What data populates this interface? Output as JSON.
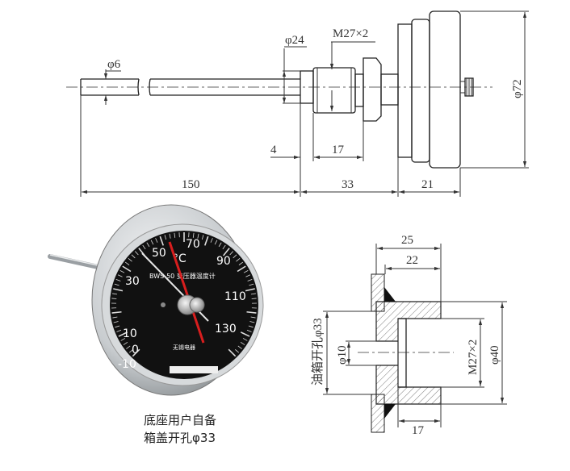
{
  "top_view": {
    "dimensions": {
      "rod_diameter": "φ6",
      "fitting_diameter": "φ24",
      "thread": "M27×2",
      "case_diameter": "φ72",
      "offset": "4",
      "thread_length": "17",
      "rod_length": "150",
      "fitting_length": "33",
      "case_depth": "21"
    }
  },
  "gauge_photo": {
    "scale_labels": [
      "-10",
      "0",
      "10",
      "30",
      "50",
      "70",
      "90",
      "110",
      "130"
    ],
    "unit": "°C",
    "model_text": "BWS-50 变压器温度计",
    "maker_text": "无锡电器",
    "caption_line1": "底座用户自备",
    "caption_line2": "箱盖开孔φ33",
    "colors": {
      "dial": "#111111",
      "red_pointer": "#d81e1e",
      "bezel": "#c8cccf"
    }
  },
  "section_view": {
    "dimensions": {
      "overall_length": "25",
      "body_length": "22",
      "tank_hole": "油箱开孔φ33",
      "bore": "φ10",
      "thread": "M27×2",
      "outer_diameter": "φ40",
      "thread_depth": "17"
    }
  }
}
